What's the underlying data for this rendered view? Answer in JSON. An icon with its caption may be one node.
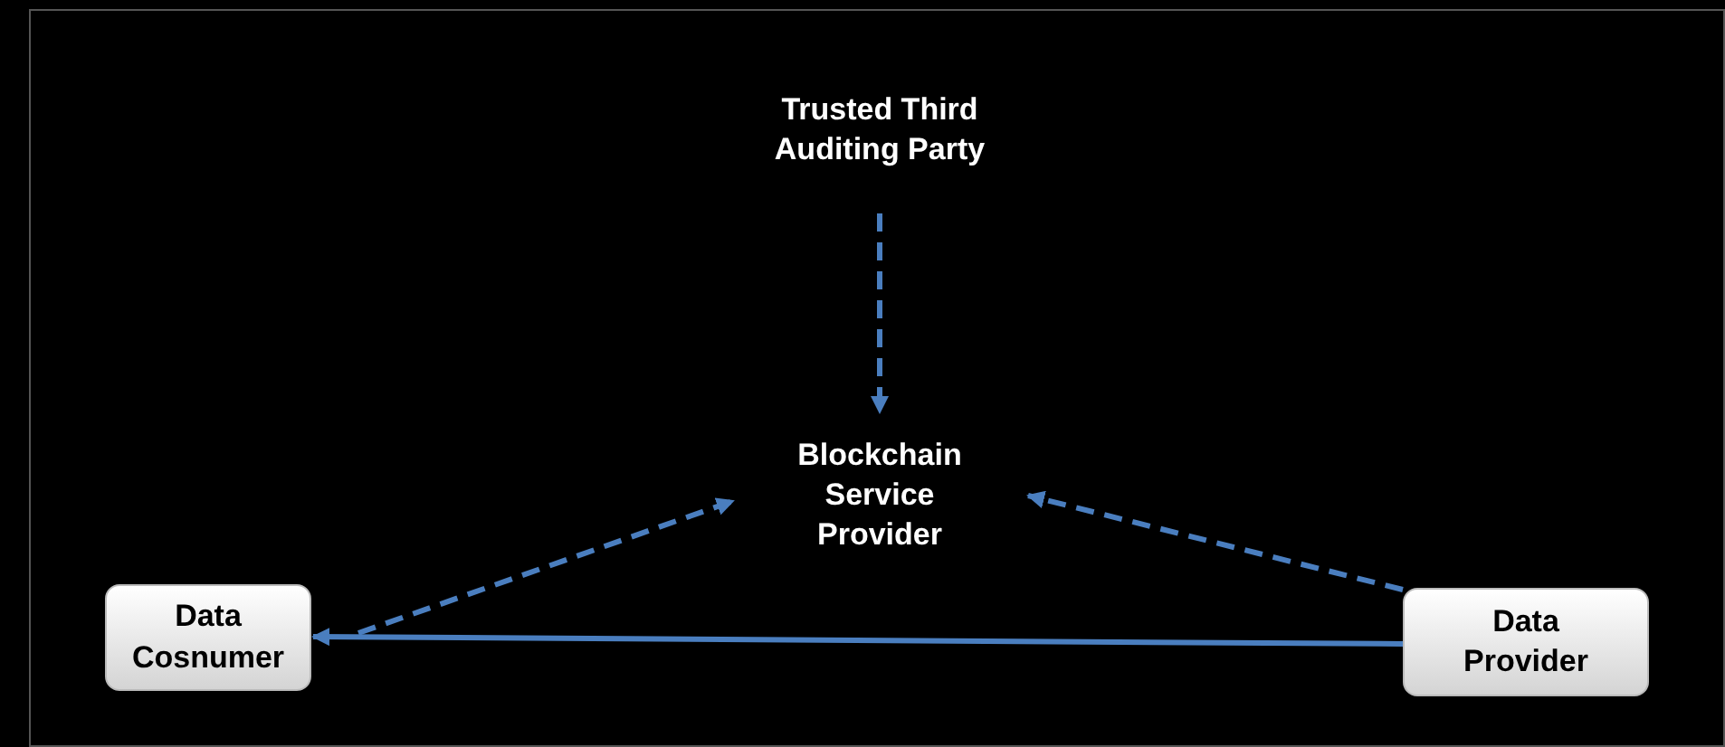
{
  "diagram": {
    "nodes": [
      {
        "text": [
          "Trusted Third Auditing Party"
        ]
      },
      {
        "text": [
          "Blockchain Service Provider"
        ]
      },
      {
        "text": [
          "Data Cosnumer"
        ]
      },
      {
        "text": [
          "Data Provider"
        ]
      }
    ],
    "edges": [
      {
        "from": 0,
        "to": 1,
        "arrow": "to",
        "style": "dashed"
      },
      {
        "from": 2,
        "to": 1,
        "arrow": "to",
        "style": "dashed"
      },
      {
        "from": 3,
        "to": 1,
        "arrow": "to",
        "style": "dashed"
      },
      {
        "from": 3,
        "to": 2,
        "arrow": "to"
      }
    ]
  }
}
